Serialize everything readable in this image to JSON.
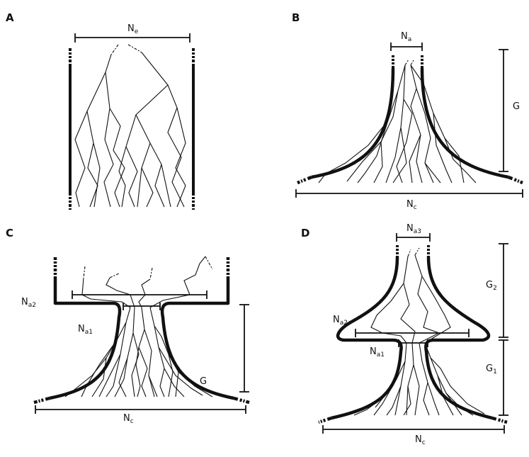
{
  "figure": {
    "panels": [
      {
        "id": "A",
        "labels": {
          "ne": {
            "main": "N",
            "sub": "e"
          }
        }
      },
      {
        "id": "B",
        "labels": {
          "na": {
            "main": "N",
            "sub": "a"
          },
          "g": "G",
          "nc": {
            "main": "N",
            "sub": "c"
          }
        }
      },
      {
        "id": "C",
        "labels": {
          "na2": {
            "main": "N",
            "sub": "a2"
          },
          "na1": {
            "main": "N",
            "sub": "a1"
          },
          "g": "G",
          "nc": {
            "main": "N",
            "sub": "c"
          }
        }
      },
      {
        "id": "D",
        "labels": {
          "na3": {
            "main": "N",
            "sub": "a3"
          },
          "na2": {
            "main": "N",
            "sub": "a2"
          },
          "na1": {
            "main": "N",
            "sub": "a1"
          },
          "g2": {
            "main": "G",
            "sub": "2"
          },
          "g1": {
            "main": "G",
            "sub": "1"
          },
          "nc": {
            "main": "N",
            "sub": "c"
          }
        }
      }
    ]
  }
}
